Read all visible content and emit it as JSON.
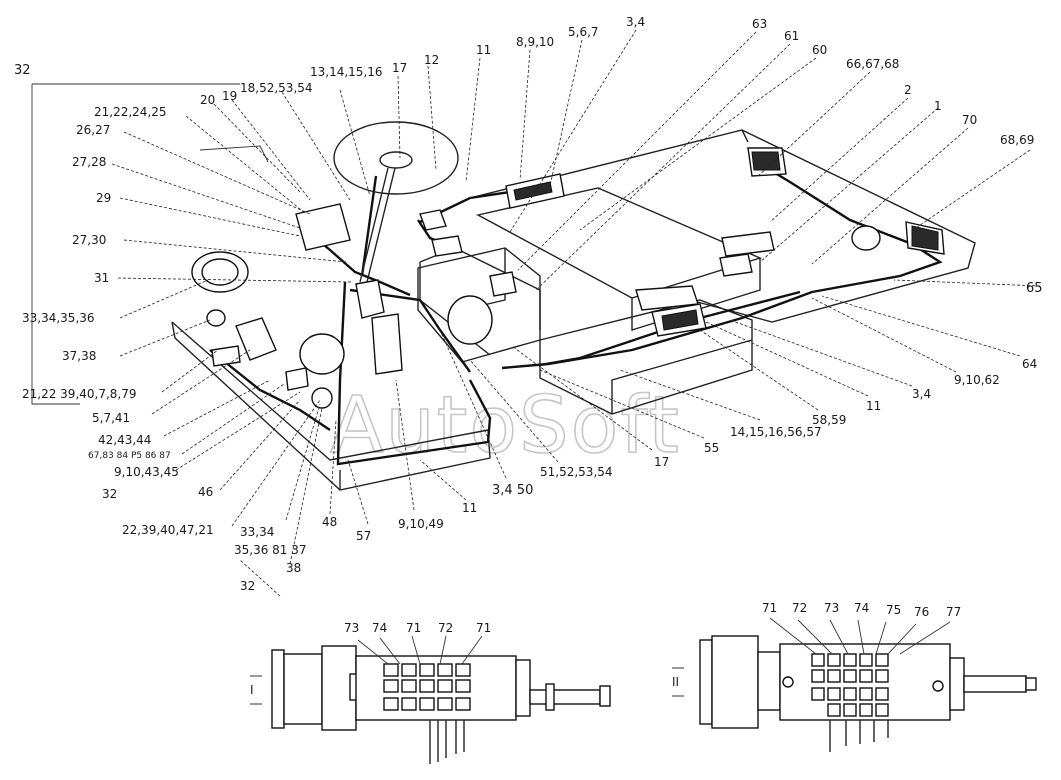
{
  "watermark": "AutoSoft",
  "labels": [
    {
      "id": "l32a",
      "text": "32"
    },
    {
      "id": "l18",
      "text": "18,52,53,54"
    },
    {
      "id": "l13",
      "text": "13,14,15,16"
    },
    {
      "id": "l17a",
      "text": "17"
    },
    {
      "id": "l12",
      "text": "12"
    },
    {
      "id": "l11a",
      "text": "11"
    },
    {
      "id": "l89",
      "text": "8,9,10"
    },
    {
      "id": "l567",
      "text": "5,6,7"
    },
    {
      "id": "l34a",
      "text": "3,4"
    },
    {
      "id": "l63",
      "text": "63"
    },
    {
      "id": "l61",
      "text": "61"
    },
    {
      "id": "l60",
      "text": "60"
    },
    {
      "id": "l66",
      "text": "66,67,68"
    },
    {
      "id": "l2",
      "text": "2"
    },
    {
      "id": "l1",
      "text": "1"
    },
    {
      "id": "l70",
      "text": "70"
    },
    {
      "id": "l6869",
      "text": "68,69"
    },
    {
      "id": "l2122",
      "text": "21,22,24,25"
    },
    {
      "id": "l20",
      "text": "20"
    },
    {
      "id": "l19",
      "text": "19"
    },
    {
      "id": "l2627",
      "text": "26,27"
    },
    {
      "id": "l2728",
      "text": "27,28"
    },
    {
      "id": "l29",
      "text": "29"
    },
    {
      "id": "l2730",
      "text": "27,30"
    },
    {
      "id": "l31",
      "text": "31"
    },
    {
      "id": "l33",
      "text": "33,34,35,36"
    },
    {
      "id": "l3738",
      "text": "37,38"
    },
    {
      "id": "l2122b",
      "text": "21,22 39,40,7,8,79"
    },
    {
      "id": "l5741",
      "text": "5,7,41"
    },
    {
      "id": "l4244",
      "text": "42,43,44"
    },
    {
      "id": "l6783",
      "text": "67,83 84 P5 86 87"
    },
    {
      "id": "l91045",
      "text": "9,10,43,45"
    },
    {
      "id": "l32b",
      "text": "32"
    },
    {
      "id": "l46",
      "text": "46"
    },
    {
      "id": "l2239",
      "text": "22,39,40,47,21"
    },
    {
      "id": "l3334",
      "text": "33,34"
    },
    {
      "id": "l3536",
      "text": "35,36 81 37"
    },
    {
      "id": "l38",
      "text": "38"
    },
    {
      "id": "l32c",
      "text": "32"
    },
    {
      "id": "l48",
      "text": "48"
    },
    {
      "id": "l57",
      "text": "57"
    },
    {
      "id": "l91049",
      "text": "9,10,49"
    },
    {
      "id": "l11b",
      "text": "11"
    },
    {
      "id": "l3450",
      "text": "3,4 50"
    },
    {
      "id": "l5152",
      "text": "51,52,53,54"
    },
    {
      "id": "l17b",
      "text": "17"
    },
    {
      "id": "l55",
      "text": "55"
    },
    {
      "id": "l1415",
      "text": "14,15,16,56,57"
    },
    {
      "id": "l5859",
      "text": "58,59"
    },
    {
      "id": "l11c",
      "text": "11"
    },
    {
      "id": "l34b",
      "text": "3,4"
    },
    {
      "id": "l91062",
      "text": "9,10,62"
    },
    {
      "id": "l64",
      "text": "64"
    },
    {
      "id": "l65",
      "text": "65"
    }
  ],
  "switch_left": {
    "roman": "I",
    "numbers": [
      "73",
      "74",
      "71",
      "72",
      "71"
    ]
  },
  "switch_right": {
    "roman": "II",
    "numbers": [
      "71",
      "72",
      "73",
      "74",
      "75",
      "76",
      "77"
    ]
  }
}
